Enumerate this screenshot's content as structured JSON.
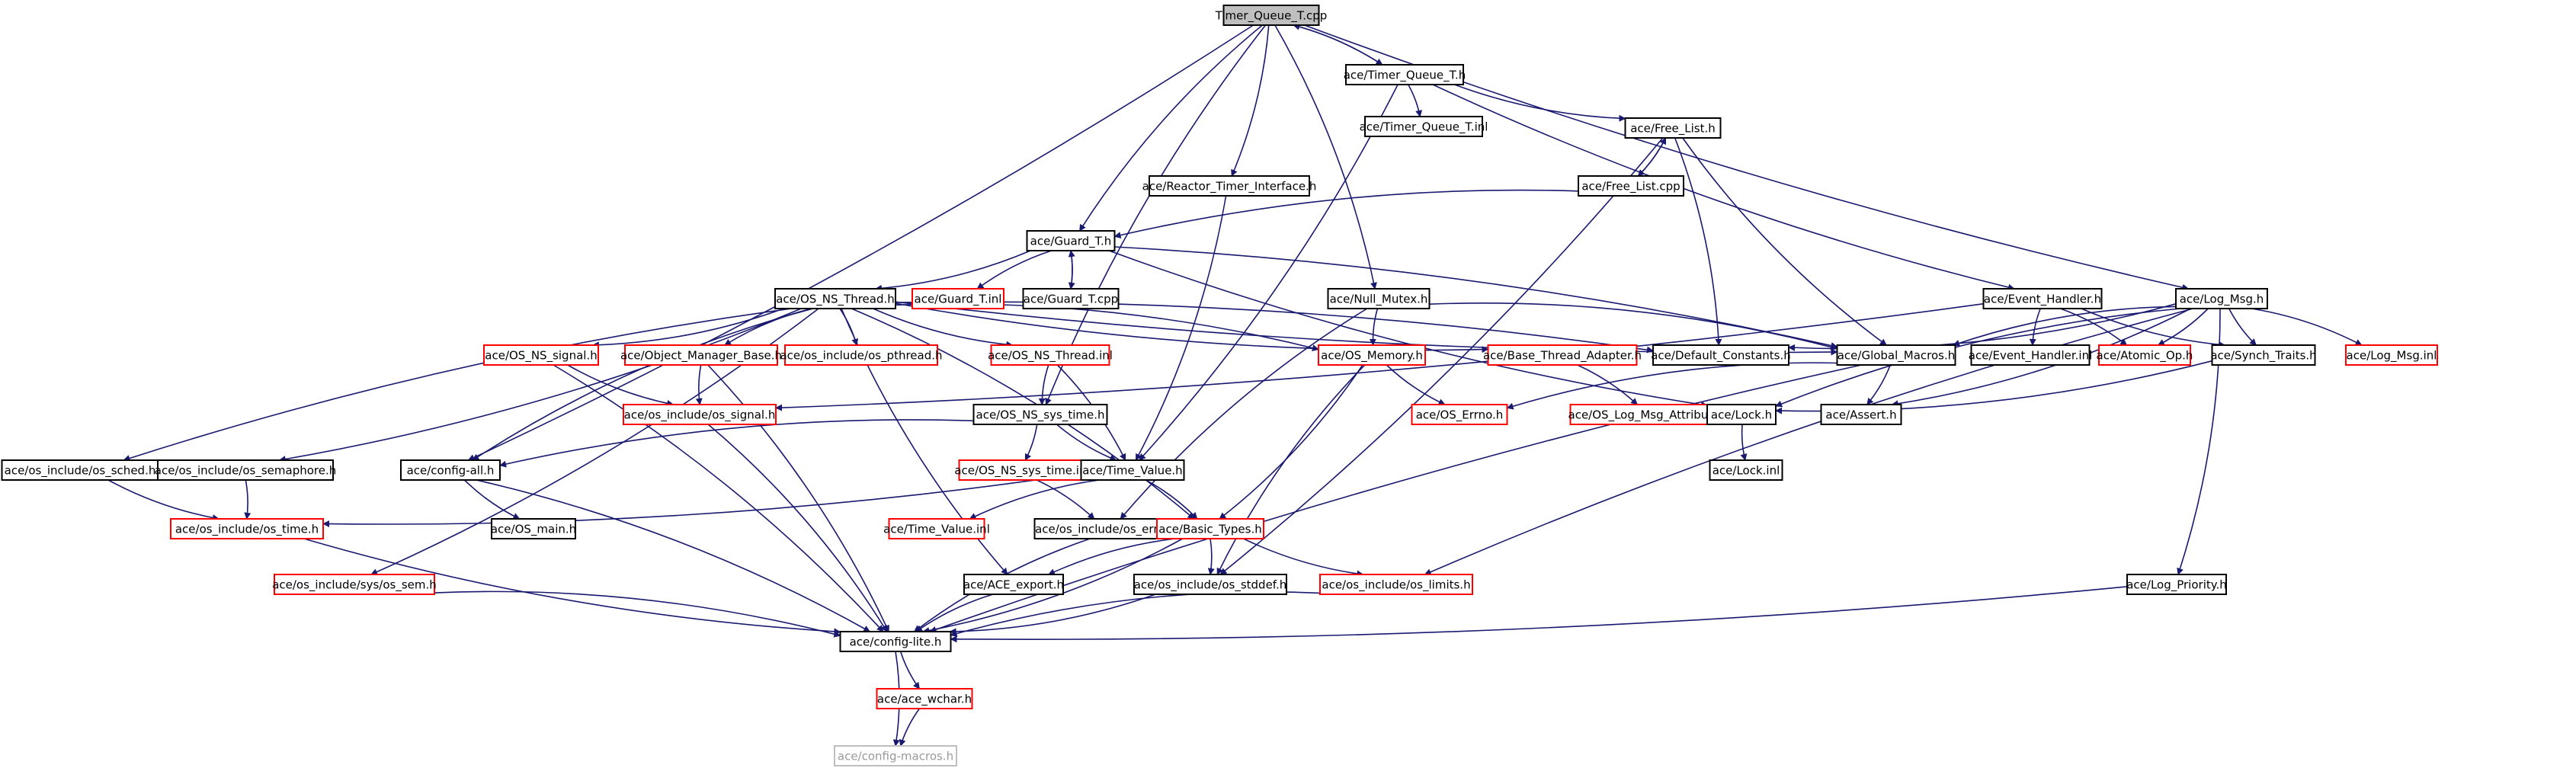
{
  "diagram": {
    "colors": {
      "edge": "#191970",
      "node_border_black": "#000000",
      "node_border_red": "#ff0000",
      "node_border_gray": "#bfbfbf",
      "root_fill": "#bfbfbf",
      "text_black": "#000000",
      "text_gray": "#999999"
    },
    "nodes": [
      {
        "id": "timer_queue_t_cpp",
        "label": "Timer_Queue_T.cpp",
        "style": "root"
      },
      {
        "id": "timer_queue_t_h",
        "label": "ace/Timer_Queue_T.h",
        "style": "black"
      },
      {
        "id": "timer_queue_t_inl",
        "label": "ace/Timer_Queue_T.inl",
        "style": "black"
      },
      {
        "id": "free_list_h",
        "label": "ace/Free_List.h",
        "style": "black"
      },
      {
        "id": "free_list_cpp",
        "label": "ace/Free_List.cpp",
        "style": "black"
      },
      {
        "id": "reactor_timer_interface_h",
        "label": "ace/Reactor_Timer_Interface.h",
        "style": "black"
      },
      {
        "id": "guard_t_h",
        "label": "ace/Guard_T.h",
        "style": "black"
      },
      {
        "id": "guard_t_inl",
        "label": "ace/Guard_T.inl",
        "style": "red"
      },
      {
        "id": "guard_t_cpp",
        "label": "ace/Guard_T.cpp",
        "style": "black"
      },
      {
        "id": "os_ns_thread_h",
        "label": "ace/OS_NS_Thread.h",
        "style": "black"
      },
      {
        "id": "null_mutex_h",
        "label": "ace/Null_Mutex.h",
        "style": "black"
      },
      {
        "id": "event_handler_h",
        "label": "ace/Event_Handler.h",
        "style": "black"
      },
      {
        "id": "log_msg_h",
        "label": "ace/Log_Msg.h",
        "style": "black"
      },
      {
        "id": "os_ns_signal_h",
        "label": "ace/OS_NS_signal.h",
        "style": "red"
      },
      {
        "id": "object_manager_base_h",
        "label": "ace/Object_Manager_Base.h",
        "style": "red"
      },
      {
        "id": "os_include_os_pthread_h",
        "label": "ace/os_include/os_pthread.h",
        "style": "red"
      },
      {
        "id": "os_ns_thread_inl",
        "label": "ace/OS_NS_Thread.inl",
        "style": "red"
      },
      {
        "id": "os_memory_h",
        "label": "ace/OS_Memory.h",
        "style": "red"
      },
      {
        "id": "base_thread_adapter_h",
        "label": "ace/Base_Thread_Adapter.h",
        "style": "red"
      },
      {
        "id": "default_constants_h",
        "label": "ace/Default_Constants.h",
        "style": "black"
      },
      {
        "id": "global_macros_h",
        "label": "ace/Global_Macros.h",
        "style": "black"
      },
      {
        "id": "event_handler_inl",
        "label": "ace/Event_Handler.inl",
        "style": "black"
      },
      {
        "id": "atomic_op_h",
        "label": "ace/Atomic_Op.h",
        "style": "red"
      },
      {
        "id": "synch_traits_h",
        "label": "ace/Synch_Traits.h",
        "style": "black"
      },
      {
        "id": "log_msg_inl",
        "label": "ace/Log_Msg.inl",
        "style": "red"
      },
      {
        "id": "os_include_os_signal_h",
        "label": "ace/os_include/os_signal.h",
        "style": "red"
      },
      {
        "id": "os_ns_sys_time_h",
        "label": "ace/OS_NS_sys_time.h",
        "style": "black"
      },
      {
        "id": "os_errno_h",
        "label": "ace/OS_Errno.h",
        "style": "red"
      },
      {
        "id": "os_log_msg_attributes_h",
        "label": "ace/OS_Log_Msg_Attributes.h",
        "style": "red"
      },
      {
        "id": "lock_h",
        "label": "ace/Lock.h",
        "style": "black"
      },
      {
        "id": "assert_h",
        "label": "ace/Assert.h",
        "style": "black"
      },
      {
        "id": "lock_inl",
        "label": "ace/Lock.inl",
        "style": "black"
      },
      {
        "id": "os_include_os_sched_h",
        "label": "ace/os_include/os_sched.h",
        "style": "black"
      },
      {
        "id": "os_include_os_semaphore_h",
        "label": "ace/os_include/os_semaphore.h",
        "style": "black"
      },
      {
        "id": "config_all_h",
        "label": "ace/config-all.h",
        "style": "black"
      },
      {
        "id": "os_ns_sys_time_inl",
        "label": "ace/OS_NS_sys_time.inl",
        "style": "red"
      },
      {
        "id": "time_value_h",
        "label": "ace/Time_Value.h",
        "style": "black"
      },
      {
        "id": "os_include_os_time_h",
        "label": "ace/os_include/os_time.h",
        "style": "red"
      },
      {
        "id": "os_main_h",
        "label": "ace/OS_main.h",
        "style": "black"
      },
      {
        "id": "time_value_inl",
        "label": "ace/Time_Value.inl",
        "style": "red"
      },
      {
        "id": "os_include_os_errno_h",
        "label": "ace/os_include/os_errno.h",
        "style": "black"
      },
      {
        "id": "basic_types_h",
        "label": "ace/Basic_Types.h",
        "style": "red"
      },
      {
        "id": "os_include_sys_os_sem_h",
        "label": "ace/os_include/sys/os_sem.h",
        "style": "red"
      },
      {
        "id": "ace_export_h",
        "label": "ace/ACE_export.h",
        "style": "black"
      },
      {
        "id": "os_include_os_stddef_h",
        "label": "ace/os_include/os_stddef.h",
        "style": "black"
      },
      {
        "id": "os_include_os_limits_h",
        "label": "ace/os_include/os_limits.h",
        "style": "red"
      },
      {
        "id": "log_priority_h",
        "label": "ace/Log_Priority.h",
        "style": "black"
      },
      {
        "id": "config_lite_h",
        "label": "ace/config-lite.h",
        "style": "black"
      },
      {
        "id": "ace_wchar_h",
        "label": "ace/ace_wchar.h",
        "style": "red"
      },
      {
        "id": "config_macros_h",
        "label": "ace/config-macros.h",
        "style": "gray"
      }
    ],
    "edges": [
      [
        "timer_queue_t_cpp",
        "timer_queue_t_h"
      ],
      [
        "timer_queue_t_h",
        "timer_queue_t_cpp"
      ],
      [
        "timer_queue_t_cpp",
        "config_all_h"
      ],
      [
        "timer_queue_t_cpp",
        "guard_t_h"
      ],
      [
        "timer_queue_t_cpp",
        "reactor_timer_interface_h"
      ],
      [
        "timer_queue_t_cpp",
        "os_ns_sys_time_h"
      ],
      [
        "timer_queue_t_cpp",
        "null_mutex_h"
      ],
      [
        "timer_queue_t_cpp",
        "log_msg_h"
      ],
      [
        "timer_queue_t_h",
        "timer_queue_t_inl"
      ],
      [
        "timer_queue_t_h",
        "free_list_h"
      ],
      [
        "timer_queue_t_h",
        "time_value_h"
      ],
      [
        "timer_queue_t_h",
        "event_handler_h"
      ],
      [
        "free_list_h",
        "free_list_cpp"
      ],
      [
        "free_list_cpp",
        "free_list_h"
      ],
      [
        "free_list_h",
        "default_constants_h"
      ],
      [
        "free_list_h",
        "global_macros_h"
      ],
      [
        "free_list_h",
        "os_include_os_stddef_h"
      ],
      [
        "free_list_cpp",
        "guard_t_h"
      ],
      [
        "reactor_timer_interface_h",
        "time_value_h"
      ],
      [
        "guard_t_h",
        "guard_t_inl"
      ],
      [
        "guard_t_h",
        "guard_t_cpp"
      ],
      [
        "guard_t_cpp",
        "guard_t_h"
      ],
      [
        "guard_t_h",
        "os_ns_thread_h"
      ],
      [
        "guard_t_h",
        "lock_h"
      ],
      [
        "guard_t_h",
        "global_macros_h"
      ],
      [
        "os_ns_thread_h",
        "os_include_os_sched_h"
      ],
      [
        "os_ns_thread_h",
        "os_include_os_semaphore_h"
      ],
      [
        "os_ns_thread_h",
        "config_all_h"
      ],
      [
        "os_ns_thread_h",
        "os_include_sys_os_sem_h"
      ],
      [
        "os_ns_thread_h",
        "ace_export_h"
      ],
      [
        "os_ns_thread_h",
        "os_ns_signal_h"
      ],
      [
        "os_ns_thread_h",
        "object_manager_base_h"
      ],
      [
        "os_ns_thread_h",
        "os_include_os_pthread_h"
      ],
      [
        "os_ns_thread_h",
        "os_ns_thread_inl"
      ],
      [
        "os_ns_thread_h",
        "os_memory_h"
      ],
      [
        "os_ns_thread_h",
        "base_thread_adapter_h"
      ],
      [
        "os_ns_thread_h",
        "default_constants_h"
      ],
      [
        "os_ns_thread_h",
        "global_macros_h"
      ],
      [
        "os_ns_thread_h",
        "basic_types_h"
      ],
      [
        "os_ns_signal_h",
        "os_include_os_signal_h"
      ],
      [
        "os_ns_signal_h",
        "config_lite_h"
      ],
      [
        "object_manager_base_h",
        "os_include_os_signal_h"
      ],
      [
        "object_manager_base_h",
        "config_lite_h"
      ],
      [
        "os_ns_thread_inl",
        "os_ns_sys_time_h"
      ],
      [
        "os_ns_thread_inl",
        "time_value_h"
      ],
      [
        "null_mutex_h",
        "os_memory_h"
      ],
      [
        "null_mutex_h",
        "global_macros_h"
      ],
      [
        "null_mutex_h",
        "os_include_os_errno_h"
      ],
      [
        "event_handler_h",
        "os_include_os_signal_h"
      ],
      [
        "event_handler_h",
        "event_handler_inl"
      ],
      [
        "event_handler_h",
        "atomic_op_h"
      ],
      [
        "event_handler_h",
        "synch_traits_h"
      ],
      [
        "log_msg_h",
        "default_constants_h"
      ],
      [
        "log_msg_h",
        "global_macros_h"
      ],
      [
        "log_msg_h",
        "atomic_op_h"
      ],
      [
        "log_msg_h",
        "synch_traits_h"
      ],
      [
        "log_msg_h",
        "log_msg_inl"
      ],
      [
        "log_msg_h",
        "lock_h"
      ],
      [
        "log_msg_h",
        "assert_h"
      ],
      [
        "log_msg_h",
        "os_include_os_limits_h"
      ],
      [
        "log_msg_h",
        "log_priority_h"
      ],
      [
        "os_memory_h",
        "os_errno_h"
      ],
      [
        "os_memory_h",
        "basic_types_h"
      ],
      [
        "os_memory_h",
        "os_include_os_stddef_h"
      ],
      [
        "base_thread_adapter_h",
        "os_log_msg_attributes_h"
      ],
      [
        "global_macros_h",
        "os_errno_h"
      ],
      [
        "global_macros_h",
        "assert_h"
      ],
      [
        "global_macros_h",
        "config_lite_h"
      ],
      [
        "synch_traits_h",
        "lock_h"
      ],
      [
        "lock_h",
        "lock_inl"
      ],
      [
        "os_include_os_signal_h",
        "config_lite_h"
      ],
      [
        "os_ns_sys_time_h",
        "config_all_h"
      ],
      [
        "os_ns_sys_time_h",
        "os_ns_sys_time_inl"
      ],
      [
        "os_ns_sys_time_h",
        "time_value_h"
      ],
      [
        "os_ns_sys_time_inl",
        "os_include_os_errno_h"
      ],
      [
        "config_all_h",
        "os_main_h"
      ],
      [
        "config_all_h",
        "config_lite_h"
      ],
      [
        "os_include_os_sched_h",
        "os_include_os_time_h"
      ],
      [
        "os_include_os_semaphore_h",
        "os_include_os_time_h"
      ],
      [
        "os_include_os_time_h",
        "config_lite_h"
      ],
      [
        "time_value_h",
        "os_include_os_time_h"
      ],
      [
        "time_value_h",
        "time_value_inl"
      ],
      [
        "time_value_h",
        "basic_types_h"
      ],
      [
        "basic_types_h",
        "ace_export_h"
      ],
      [
        "basic_types_h",
        "os_include_os_stddef_h"
      ],
      [
        "basic_types_h",
        "os_include_os_limits_h"
      ],
      [
        "basic_types_h",
        "config_lite_h"
      ],
      [
        "os_include_os_errno_h",
        "config_lite_h"
      ],
      [
        "os_include_sys_os_sem_h",
        "config_lite_h"
      ],
      [
        "ace_export_h",
        "config_lite_h"
      ],
      [
        "os_include_os_stddef_h",
        "config_lite_h"
      ],
      [
        "os_include_os_limits_h",
        "config_lite_h"
      ],
      [
        "log_priority_h",
        "config_lite_h"
      ],
      [
        "config_lite_h",
        "ace_wchar_h"
      ],
      [
        "config_lite_h",
        "config_macros_h"
      ],
      [
        "ace_wchar_h",
        "config_macros_h"
      ]
    ]
  }
}
